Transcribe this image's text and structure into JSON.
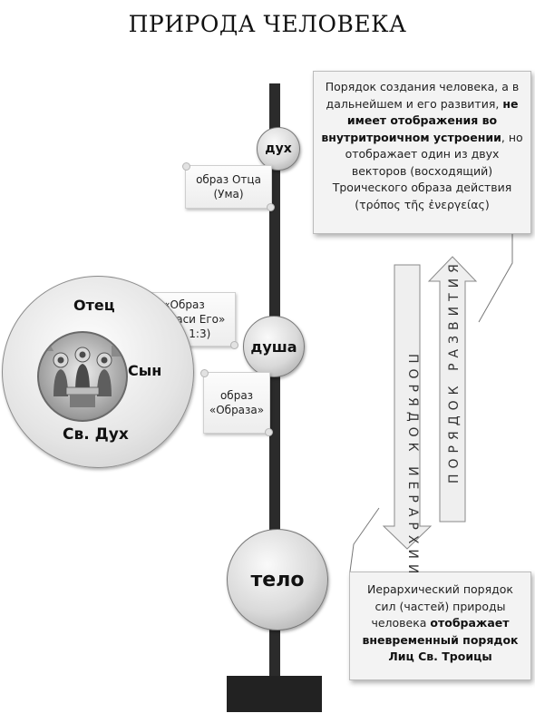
{
  "title": "ПРИРОДА ЧЕЛОВЕКА",
  "nodes": {
    "dukh": "дух",
    "dusha": "душа",
    "telo": "тело"
  },
  "scrolls": {
    "otca": [
      "образ Отца",
      "(Ума)"
    ],
    "ipostasi": [
      "«Образ",
      "ипостаси Его»",
      "(Евр. 1:3)"
    ],
    "obraza": [
      "образ",
      "«Образа»"
    ]
  },
  "trinity": {
    "otec": "Отец",
    "syn": "Сын",
    "sv_dukh": "Св. Дух",
    "icon": "trinity-icon"
  },
  "top_box": {
    "line1": "Порядок создания человека, а в дальнейшем и его развития,",
    "bold": "не имеет отображения во внутритроичном устроении",
    "comma": ",",
    "line2": "но отображает один из двух векторов (восходящий) Троического образа действия",
    "greek": "(τρόπος τῆς ἐνεργείας)"
  },
  "bottom_box": {
    "line1": "Иерархический порядок сил (частей) природы человека",
    "bold1": "отображает",
    "bold2": "вневременный порядок Лиц Св. Троицы"
  },
  "arrows": {
    "down_label": "ПОРЯДОК ИЕРАРХИИ",
    "up_label": "ПОРЯДОК РАЗВИТИЯ"
  },
  "colors": {
    "pole": "#2b2b2b",
    "box_bg": "#f3f3f3",
    "arrow_fill": "#ededed"
  }
}
